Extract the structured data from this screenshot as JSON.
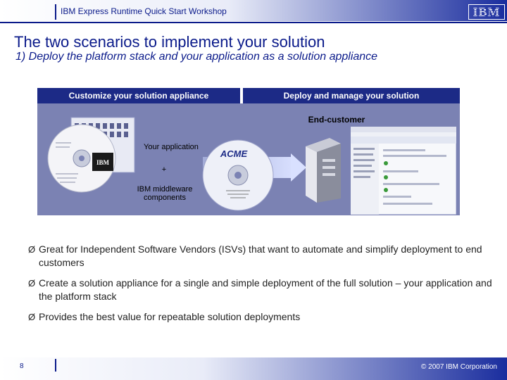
{
  "header": {
    "deck_title": "IBM Express Runtime Quick Start Workshop",
    "logo_text": "IBM"
  },
  "slide": {
    "title": "The two scenarios to implement your solution",
    "subtitle": "1) Deploy the platform stack and your application as a solution appliance"
  },
  "diagram": {
    "tab_left": "Customize your solution appliance",
    "tab_right": "Deploy and manage your solution",
    "end_customer": "End-customer",
    "your_application": "Your application",
    "plus": "+",
    "middleware": "IBM middleware components",
    "acme_logo": "ACME",
    "ibm_box_logo": "IBM"
  },
  "bullets": [
    {
      "marker": "Ø",
      "text": "Great for Independent Software Vendors (ISVs) that want to automate and simplify deployment to end customers"
    },
    {
      "marker": "Ø",
      "text": "Create a solution appliance for a single and simple deployment of the full solution – your application and the platform stack"
    },
    {
      "marker": "Ø",
      "text": "Provides the best value for repeatable solution deployments"
    }
  ],
  "footer": {
    "page_number": "8",
    "copyright": "© 2007 IBM Corporation"
  },
  "colors": {
    "brand_blue": "#0a1a8a",
    "tab_blue": "#1c2a86",
    "diagram_bg": "#7b82b3"
  }
}
